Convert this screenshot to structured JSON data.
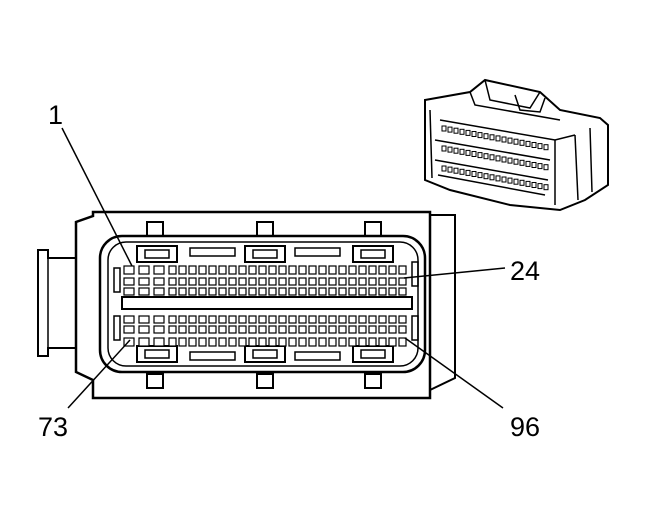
{
  "labels": {
    "pin_first_top": "1",
    "pin_last_top": "24",
    "pin_first_bottom": "73",
    "pin_last_bottom": "96"
  }
}
